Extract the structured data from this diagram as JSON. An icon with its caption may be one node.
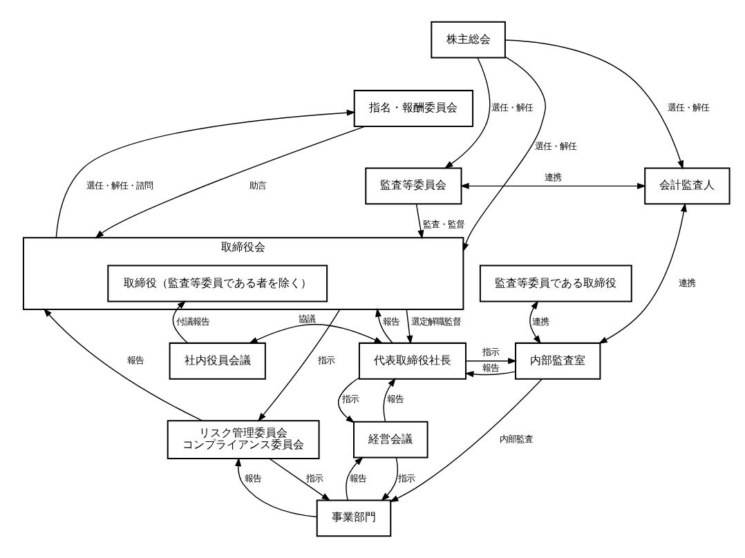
{
  "diagram": {
    "nodes": [
      {
        "text": [
          "株主総会"
        ]
      },
      {
        "text": [
          "指名・報酬委員会"
        ]
      },
      {
        "text": [
          "取締役会"
        ]
      },
      {
        "text": [
          "取締役（監査等委員である者を除く）"
        ],
        "in": 2
      },
      {
        "text": [
          "監査等委員会"
        ]
      },
      {
        "text": [
          "監査等委員である取締役"
        ]
      },
      {
        "text": [
          "会計監査人"
        ]
      },
      {
        "text": [
          "社内役員会議"
        ]
      },
      {
        "text": [
          "代表取締役社長"
        ]
      },
      {
        "text": [
          "内部監査室"
        ]
      },
      {
        "text": [
          "リスク管理委員会",
          "コンプライアンス委員会"
        ]
      },
      {
        "text": [
          "経営会議"
        ]
      },
      {
        "text": [
          "事業部門"
        ]
      }
    ],
    "edges": [
      {
        "from": 0,
        "to": 2,
        "arrow": "to",
        "label": "選任・解任"
      },
      {
        "from": 2,
        "to": 1,
        "arrow": "to",
        "label": "選任・解任・諮問"
      },
      {
        "from": 1,
        "to": 2,
        "arrow": "to",
        "label": "助言"
      },
      {
        "from": 0,
        "to": 4,
        "arrow": "to",
        "label": "選任・解任"
      },
      {
        "from": 0,
        "to": 6,
        "arrow": "to",
        "label": "選任・解任"
      },
      {
        "from": 4,
        "to": 2,
        "arrow": "to",
        "label": "監査・監督"
      },
      {
        "from": 4,
        "to": 6,
        "arrow": "both",
        "label": "連携"
      },
      {
        "from": 5,
        "to": 9,
        "arrow": "both",
        "label": "連携"
      },
      {
        "from": 7,
        "to": 3,
        "arrow": "to",
        "label": "付議報告"
      },
      {
        "from": 8,
        "to": 2,
        "arrow": "to",
        "label": "報告"
      },
      {
        "from": 2,
        "to": 8,
        "arrow": "to",
        "label": "選定解職監督"
      },
      {
        "from": 7,
        "to": 8,
        "arrow": "both",
        "label": "協議"
      },
      {
        "from": 8,
        "to": 9,
        "arrow": "to",
        "label": "指示"
      },
      {
        "from": 9,
        "to": 8,
        "arrow": "to",
        "label": "報告"
      },
      {
        "from": 9,
        "to": 6,
        "arrow": "both",
        "label": "連携"
      },
      {
        "from": 9,
        "to": 12,
        "arrow": "to",
        "label": "内部監査"
      },
      {
        "from": 10,
        "to": 2,
        "arrow": "to",
        "label": "報告"
      },
      {
        "from": 2,
        "to": 10,
        "arrow": "to",
        "label": "指示"
      },
      {
        "from": 8,
        "to": 11,
        "arrow": "to",
        "label": "指示"
      },
      {
        "from": 11,
        "to": 8,
        "arrow": "to",
        "label": "報告"
      },
      {
        "from": 12,
        "to": 10,
        "arrow": "to",
        "label": "報告"
      },
      {
        "from": 10,
        "to": 12,
        "arrow": "to",
        "label": "指示"
      },
      {
        "from": 12,
        "to": 11,
        "arrow": "to",
        "label": "報告"
      },
      {
        "from": 11,
        "to": 12,
        "arrow": "to",
        "label": "指示"
      }
    ]
  }
}
